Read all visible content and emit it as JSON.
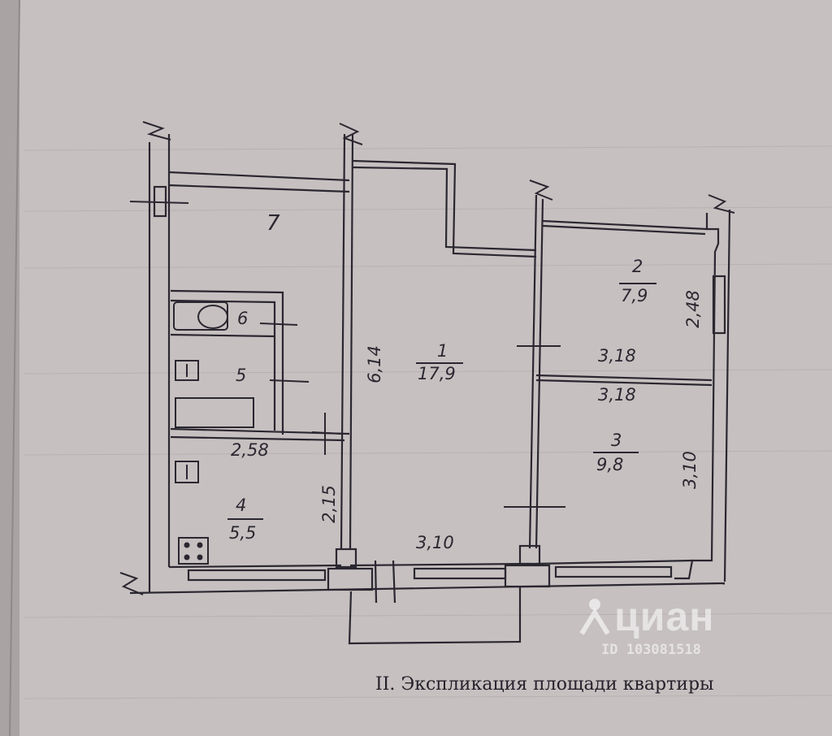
{
  "plan": {
    "rooms": [
      {
        "number": "1",
        "area": "17,9"
      },
      {
        "number": "2",
        "area": "7,9"
      },
      {
        "number": "3",
        "area": "9,8"
      },
      {
        "number": "4",
        "area": "5,5"
      },
      {
        "number": "5"
      },
      {
        "number": "6"
      },
      {
        "number": "7"
      }
    ],
    "dimensions": {
      "d_614": "6,14",
      "d_318_top": "3,18",
      "d_318_bottom": "3,18",
      "d_248": "2,48",
      "d_310_side": "3,10",
      "d_258": "2,58",
      "d_215": "2,15",
      "d_310_bottom": "3,10"
    }
  },
  "caption": "II. Экспликация площади квартиры",
  "watermark": {
    "brand": "циан",
    "id": "ID 103081518"
  },
  "colors": {
    "paper": "#c2bcbc",
    "ink": "#2b2730",
    "wall_fill": "#cfc9c9"
  }
}
